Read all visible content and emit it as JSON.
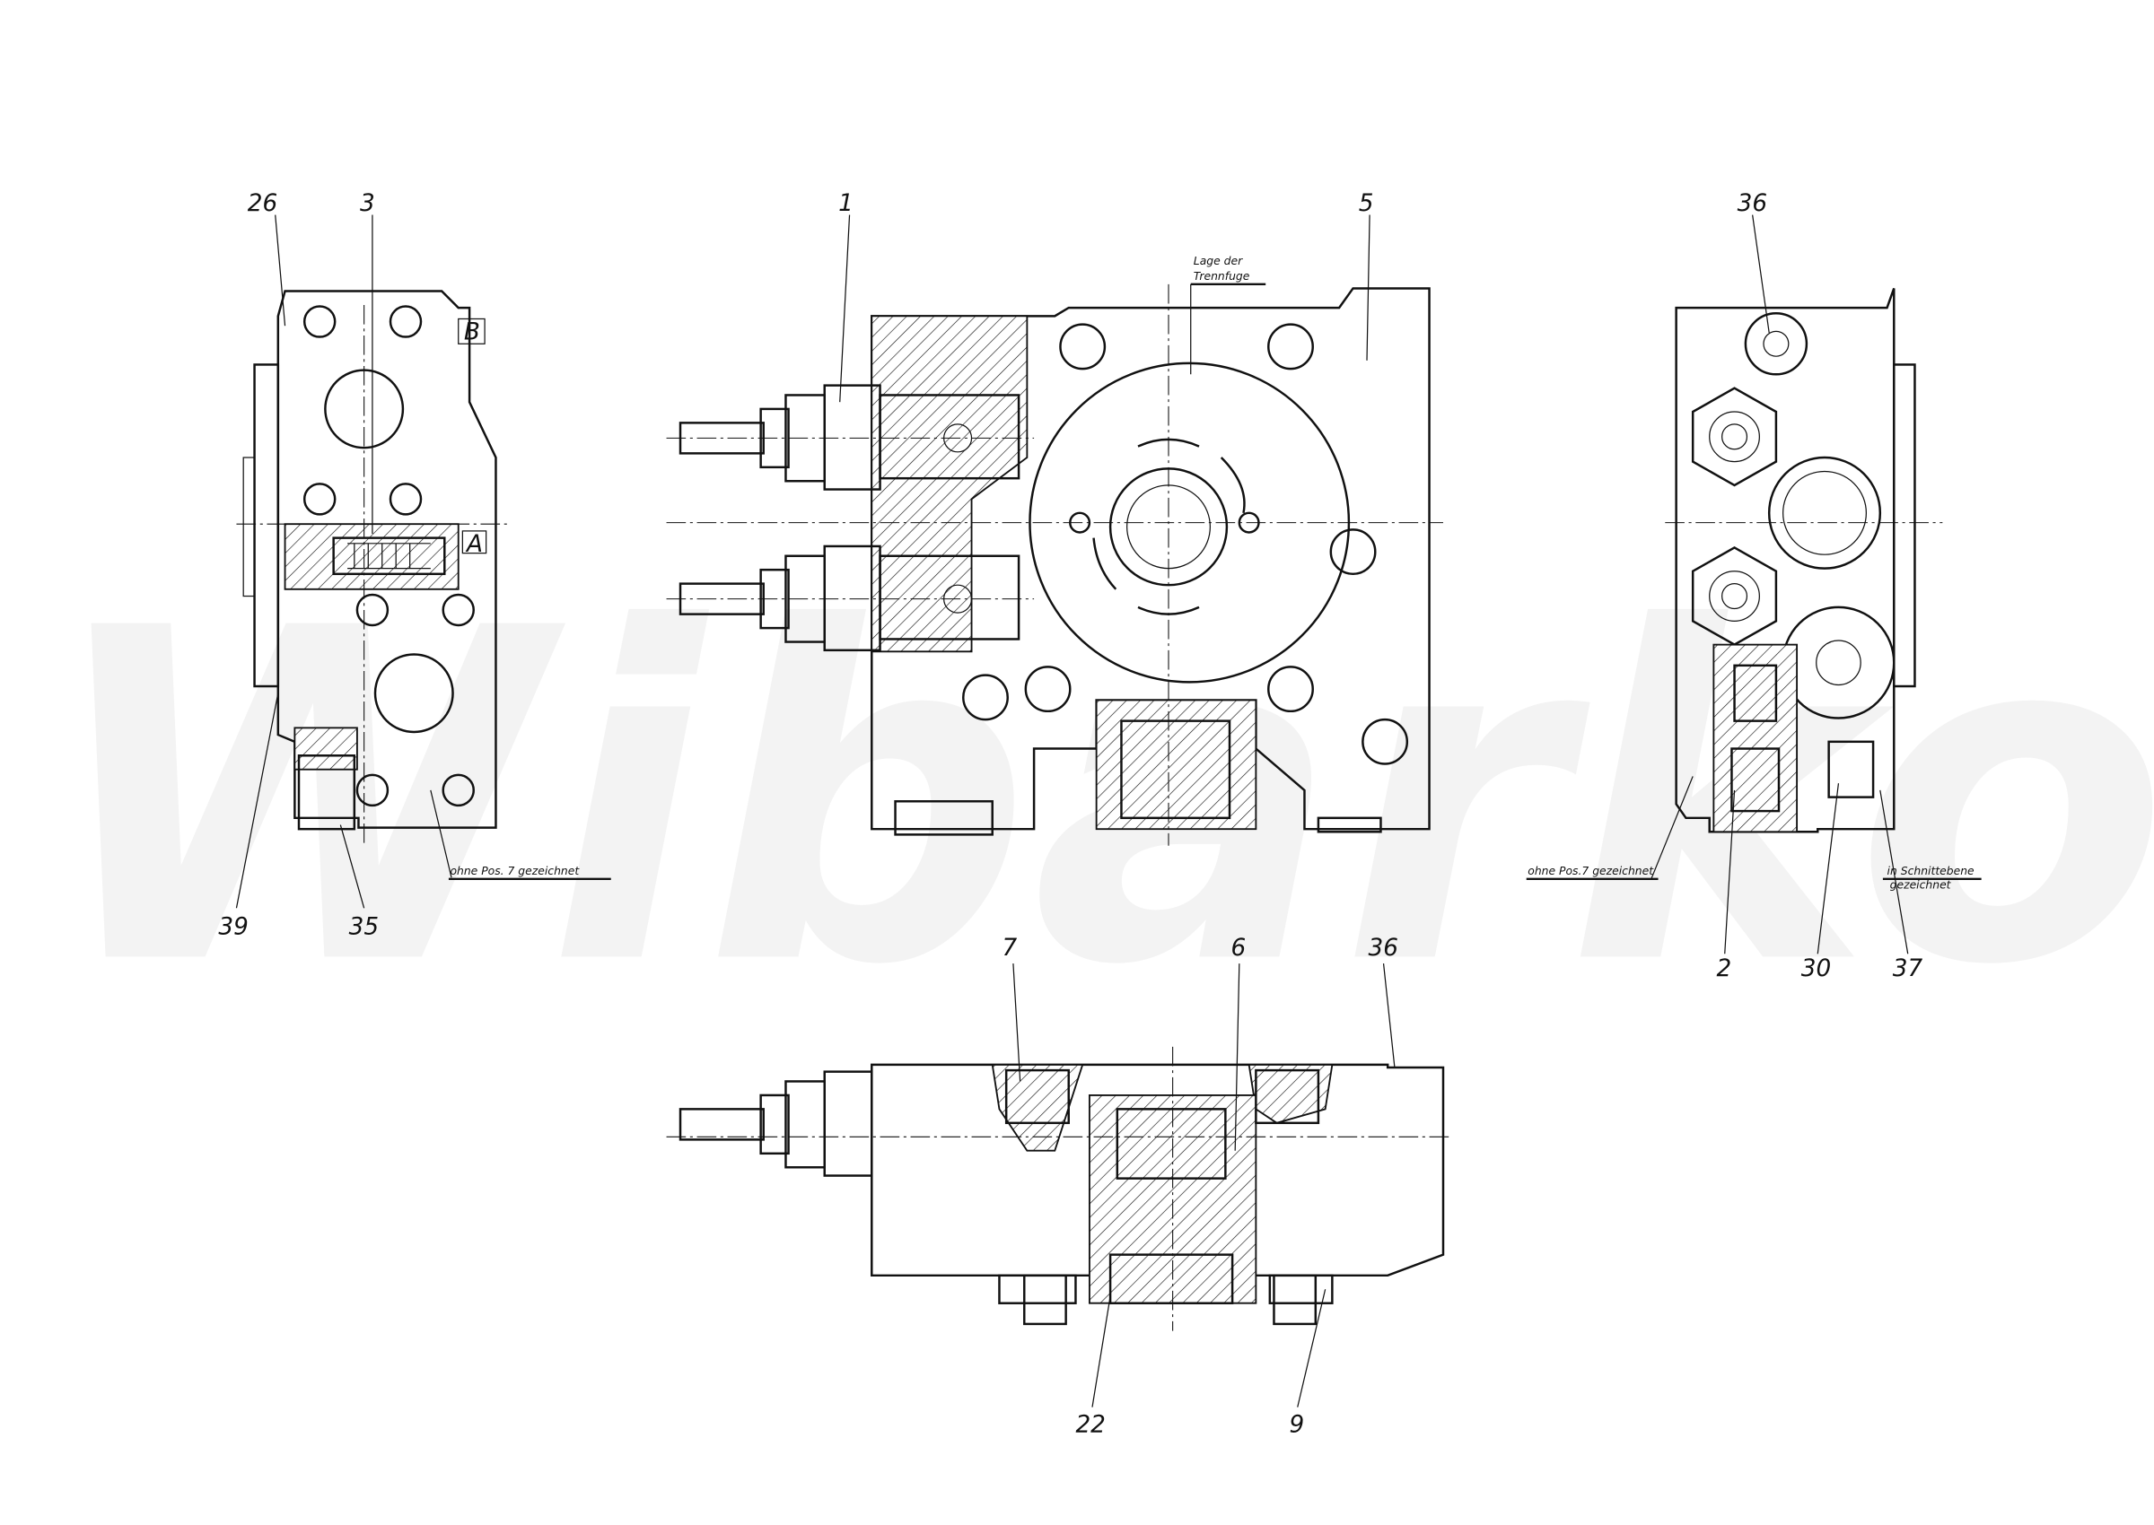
{
  "watermark": "Wibarko",
  "callouts": {
    "left_view": {
      "c26": "26",
      "c3": "3",
      "c39": "39",
      "c35": "35",
      "port_b": "B",
      "port_a": "A"
    },
    "center_view": {
      "c1": "1",
      "c5": "5"
    },
    "right_view": {
      "c36": "36",
      "c2": "2",
      "c30": "30",
      "c37": "37"
    },
    "bottom_view": {
      "c7": "7",
      "c6": "6",
      "c36": "36",
      "c22": "22",
      "c9": "9"
    }
  },
  "notes": {
    "trennfuge_line1": "Lage der",
    "trennfuge_line2": "Trennfuge",
    "left_without_pos7": "ohne Pos. 7 gezeichnet",
    "right_without_pos7": "ohne Pos.7 gezeichnet",
    "section_line1": "in Schnittebene",
    "section_line2": "gezeichnet"
  }
}
